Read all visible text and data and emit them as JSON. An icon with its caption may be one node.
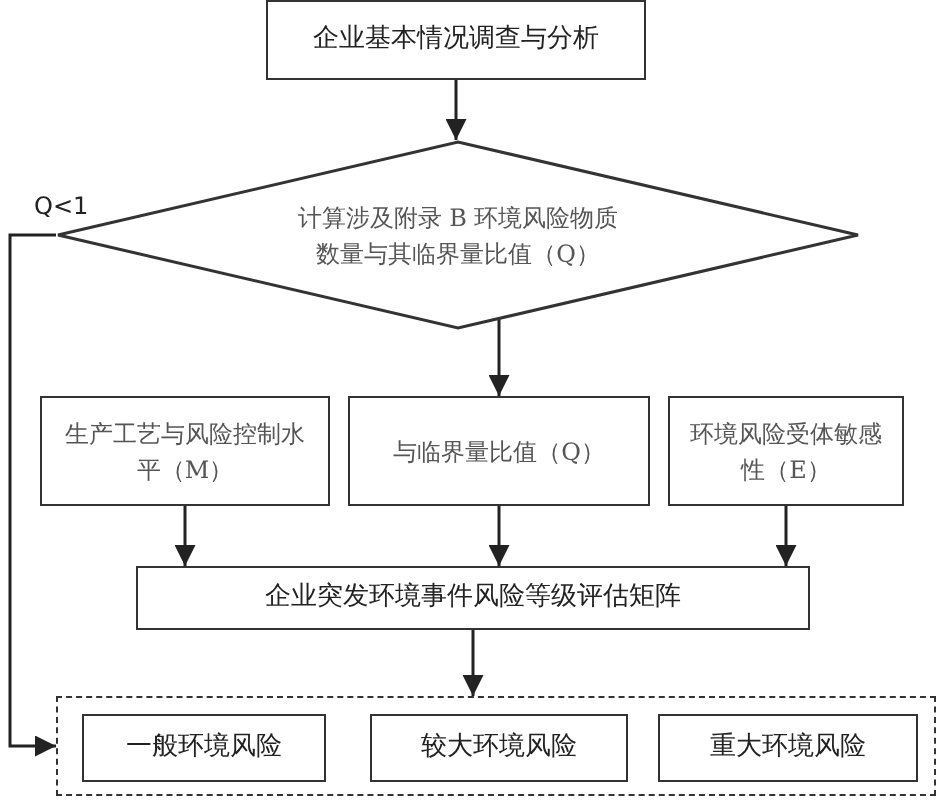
{
  "diagram": {
    "nodes": [
      {
        "text": [
          "企业基本情况调查与分析"
        ]
      },
      {
        "text": [
          "计算涉及附录 B 环境风险物质数量与其临界量比值（Q）"
        ]
      },
      {
        "text": [
          "生产工艺与风险控制水平（M）"
        ]
      },
      {
        "text": [
          "与临界量比值（Q）"
        ]
      },
      {
        "text": [
          "环境风险受体敏感性（E）"
        ]
      },
      {
        "text": [
          "企业突发环境事件风险等级评估矩阵"
        ]
      },
      {
        "text": [],
        "shape": "box"
      },
      {
        "text": [
          "一般环境风险"
        ],
        "in": 6
      },
      {
        "text": [
          "较大环境风险"
        ],
        "in": 6
      },
      {
        "text": [
          "重大环境风险"
        ],
        "in": 6
      }
    ],
    "edges": [
      {
        "from": 0,
        "to": 1,
        "arrow": "to"
      },
      {
        "from": 1,
        "to": 6,
        "arrow": "to",
        "label": "Q<1"
      },
      {
        "from": 1,
        "to": 3,
        "arrow": "to"
      },
      {
        "from": 2,
        "to": 5,
        "arrow": "to"
      },
      {
        "from": 3,
        "to": 5,
        "arrow": "to"
      },
      {
        "from": 4,
        "to": 5,
        "arrow": "to"
      },
      {
        "from": 5,
        "to": 6,
        "arrow": "to"
      }
    ]
  }
}
